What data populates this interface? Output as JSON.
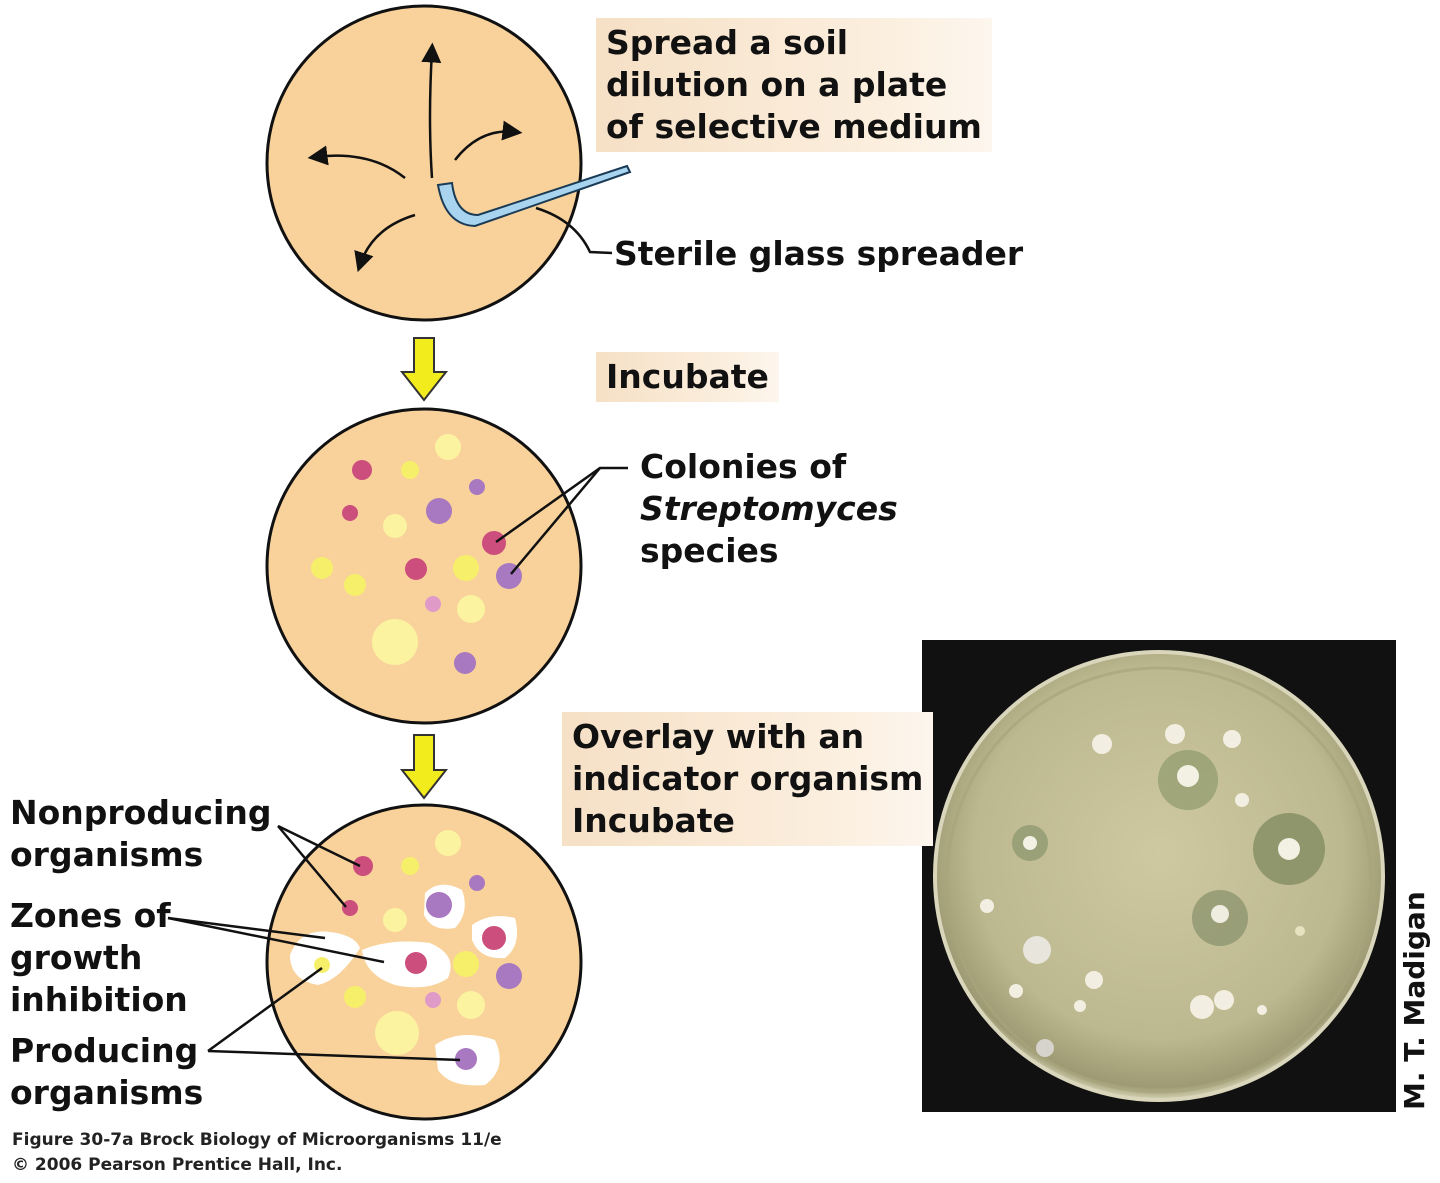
{
  "steps": {
    "spread": [
      "Spread a soil",
      "dilution on a plate",
      "of selective medium"
    ],
    "spreader_label": "Sterile glass spreader",
    "incubate": "Incubate",
    "colonies": [
      "Colonies of",
      "Streptomyces",
      "species"
    ],
    "overlay": [
      "Overlay with an",
      "indicator organism",
      "Incubate"
    ]
  },
  "plate3_labels": {
    "nonproducing": [
      "Nonproducing",
      "organisms"
    ],
    "zones": [
      "Zones of",
      "growth",
      "inhibition"
    ],
    "producing": [
      "Producing",
      "organisms"
    ]
  },
  "caption": {
    "line1": "Figure 30-7a  Brock Biology of Microorganisms 11/e",
    "line2": "© 2006 Pearson Prentice Hall, Inc."
  },
  "photo_credit": "M. T. Madigan",
  "colors": {
    "plate_fill": "#f9d29b",
    "arrow_yellow": "#f2ec1c",
    "spreader_blue": "#a9d4ef",
    "colony_pink": "#cc4e7c",
    "colony_purple": "#a878c0",
    "colony_yellow": "#f6ef6a",
    "colony_pale": "#fbf3a0",
    "label_box": "#f6e0c6"
  }
}
